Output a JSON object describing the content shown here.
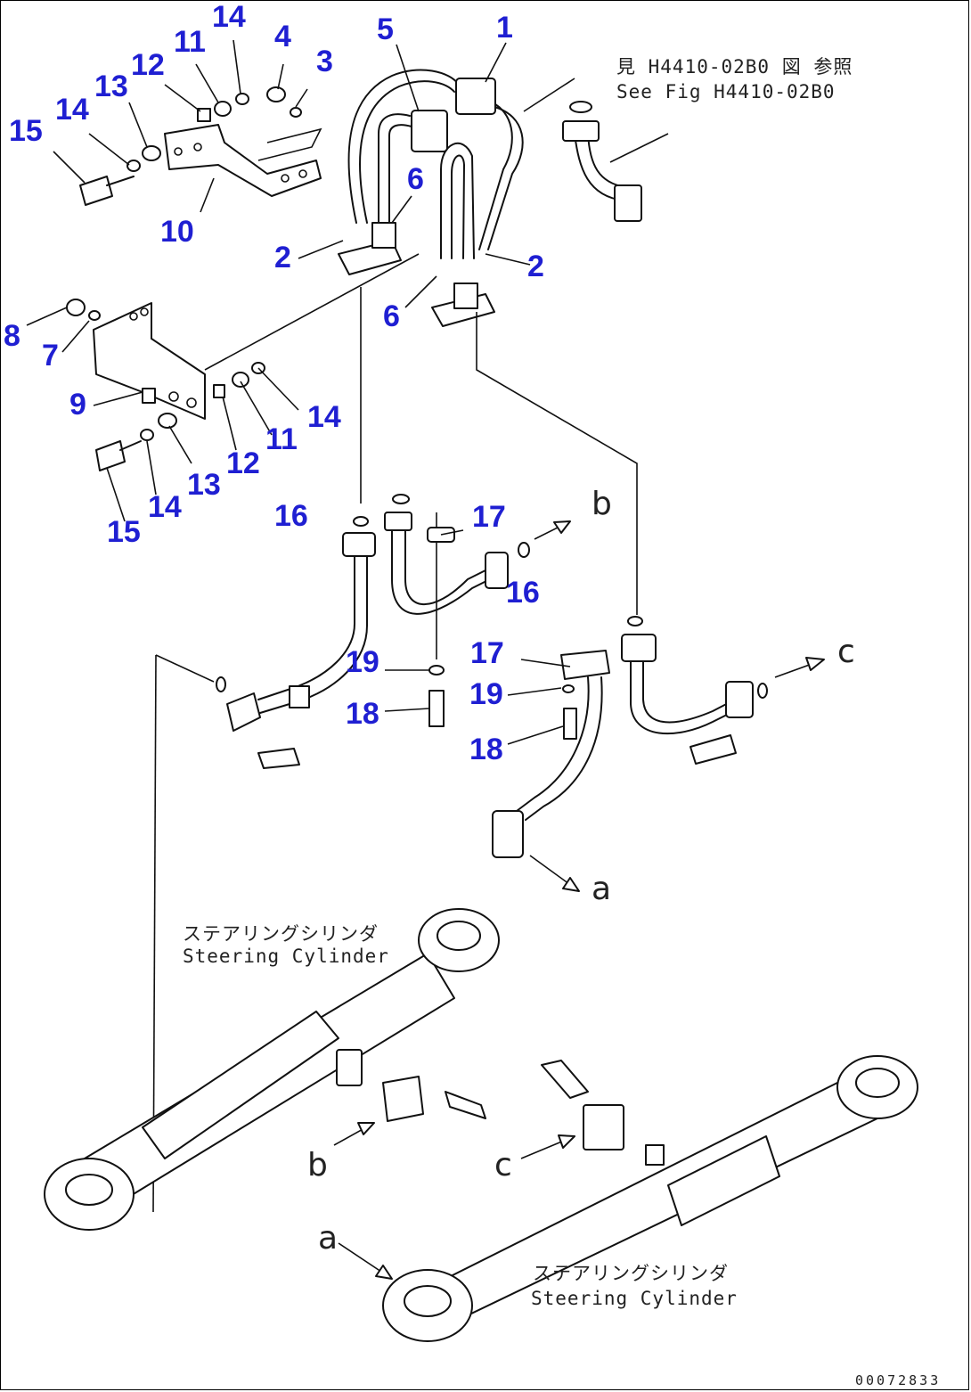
{
  "callouts": [
    {
      "id": "c1",
      "text": "1"
    },
    {
      "id": "c2a",
      "text": "2"
    },
    {
      "id": "c2b",
      "text": "2"
    },
    {
      "id": "c3",
      "text": "3"
    },
    {
      "id": "c4",
      "text": "4"
    },
    {
      "id": "c5",
      "text": "5"
    },
    {
      "id": "c6a",
      "text": "6"
    },
    {
      "id": "c6b",
      "text": "6"
    },
    {
      "id": "c7",
      "text": "7"
    },
    {
      "id": "c8",
      "text": "8"
    },
    {
      "id": "c9",
      "text": "9"
    },
    {
      "id": "c10",
      "text": "10"
    },
    {
      "id": "c11a",
      "text": "11"
    },
    {
      "id": "c11b",
      "text": "11"
    },
    {
      "id": "c12a",
      "text": "12"
    },
    {
      "id": "c12b",
      "text": "12"
    },
    {
      "id": "c13a",
      "text": "13"
    },
    {
      "id": "c13b",
      "text": "13"
    },
    {
      "id": "c14a",
      "text": "14"
    },
    {
      "id": "c14b",
      "text": "14"
    },
    {
      "id": "c14c",
      "text": "14"
    },
    {
      "id": "c14d",
      "text": "14"
    },
    {
      "id": "c15a",
      "text": "15"
    },
    {
      "id": "c15b",
      "text": "15"
    },
    {
      "id": "c16a",
      "text": "16"
    },
    {
      "id": "c16b",
      "text": "16"
    },
    {
      "id": "c17a",
      "text": "17"
    },
    {
      "id": "c17b",
      "text": "17"
    },
    {
      "id": "c18a",
      "text": "18"
    },
    {
      "id": "c18b",
      "text": "18"
    },
    {
      "id": "c19a",
      "text": "19"
    },
    {
      "id": "c19b",
      "text": "19"
    }
  ],
  "reference_note": {
    "jp": "見 H4410-02B0 図 参照",
    "en": "See Fig H4410-02B0"
  },
  "cylinder_labels": [
    {
      "jp": "ステアリングシリンダ",
      "en": "Steering Cylinder"
    },
    {
      "jp": "ステアリングシリンダ",
      "en": "Steering Cylinder"
    }
  ],
  "connection_letters": {
    "a_top": "a",
    "a_bottom": "a",
    "b_top": "b",
    "b_bottom": "b",
    "c_top": "c",
    "c_bottom": "c"
  },
  "drawing_number": "00072833",
  "colors": {
    "callout": "#1f1fd2",
    "line": "#111111",
    "background": "#ffffff"
  }
}
